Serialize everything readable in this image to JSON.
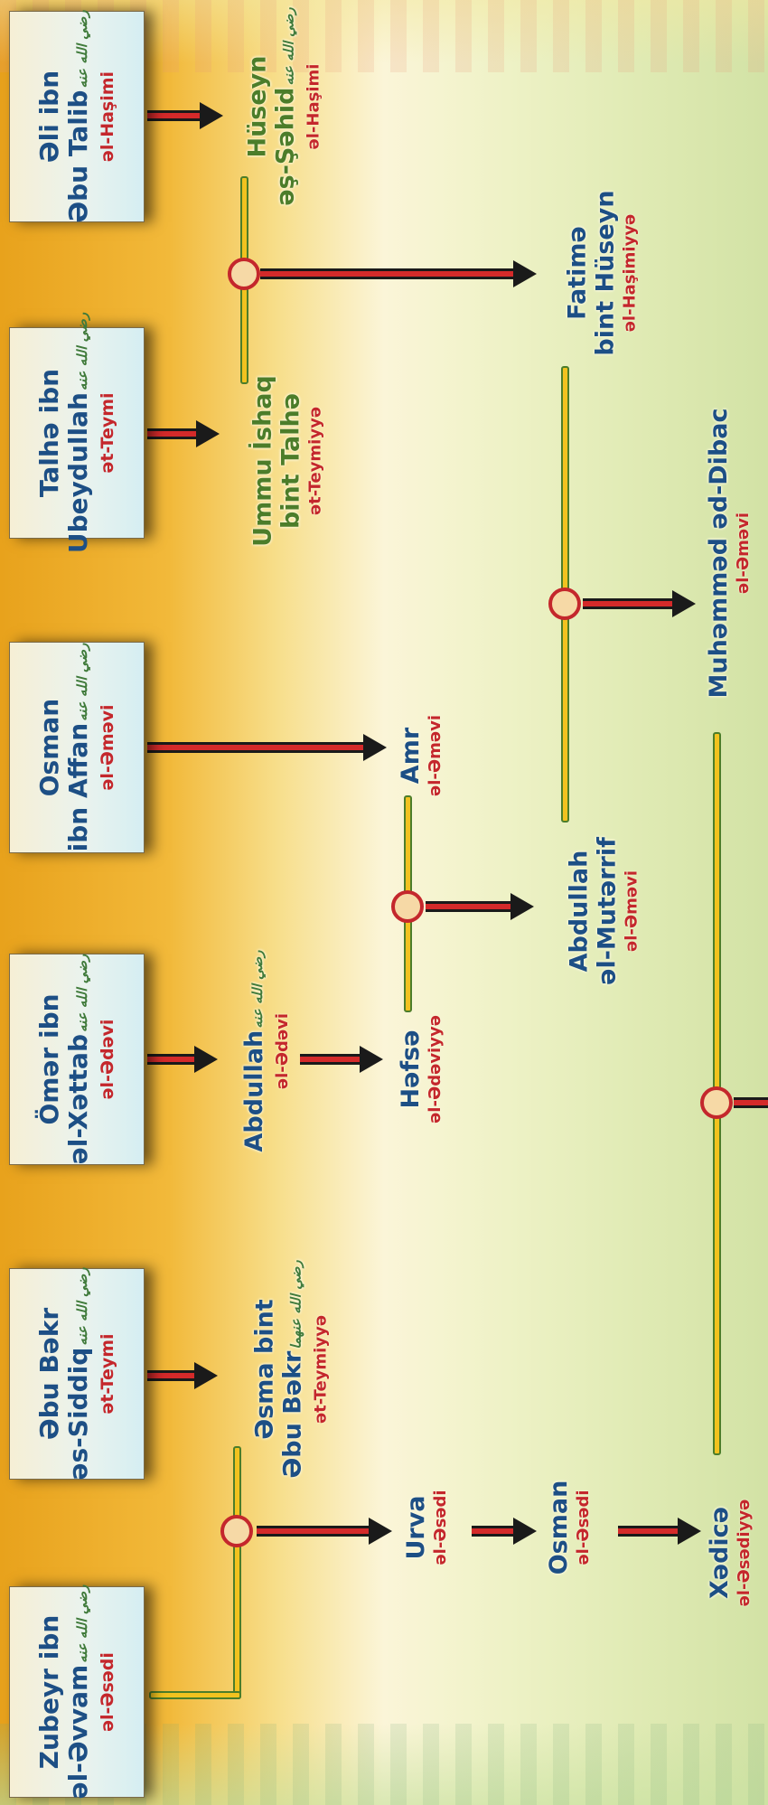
{
  "roots": [
    {
      "id": "zubeyr",
      "name_line1": "Zubeyr ibn",
      "name_line2": "əl-Əvvam",
      "honorific": "رضي الله عنه",
      "nisba": "əl-Əsədi"
    },
    {
      "id": "abubakr",
      "name_line1": "Əbu Bəkr",
      "name_line2": "əs-Siddiq",
      "honorific": "رضي الله عنه",
      "nisba": "ət-Teymi"
    },
    {
      "id": "umar",
      "name_line1": "Ömər ibn",
      "name_line2": "əl-Xəttab",
      "honorific": "رضي الله عنه",
      "nisba": "əl-Ədəvi"
    },
    {
      "id": "osman",
      "name_line1": "Osman",
      "name_line2": "ibn Affan",
      "honorific": "رضي الله عنه",
      "nisba": "əl-Əməvi"
    },
    {
      "id": "talha",
      "name_line1": "Talhə ibn",
      "name_line2": "Ubeydullah",
      "honorific": "رضي الله عنه",
      "nisba": "ət-Teymi"
    },
    {
      "id": "ali",
      "name_line1": "Əli ibn",
      "name_line2": "Əbu Talib",
      "honorific": "رضي الله عنه",
      "nisba": "əl-Haşimi"
    }
  ],
  "persons": {
    "asma": {
      "name_line1": "Əsma bint",
      "name_line2": "Əbu Bəkr",
      "honorific": "رضي الله عنهما",
      "nisba": "ət-Teymiyyə"
    },
    "abdullah_umar": {
      "name_line1": "Abdullah",
      "honorific": "رضي الله عنه",
      "nisba": "əl-Ədəvi"
    },
    "hafsa": {
      "name_line1": "Həfsə",
      "nisba": "əl-Ədəviyyə"
    },
    "amr": {
      "name_line1": "Amr",
      "nisba": "əl-Əməvi"
    },
    "ummu_ishaq": {
      "name_line1": "Ummu İshaq",
      "name_line2": "bint Talhə",
      "nisba": "ət-Teymiyyə"
    },
    "huseyn": {
      "name_line1": "Hüseyn",
      "name_line2": "əş-Şəhid",
      "honorific": "رضي الله عنه",
      "nisba": "əl-Haşimi"
    },
    "urva": {
      "name_line1": "Urva",
      "nisba": "əl-Əsədi"
    },
    "osman_urva": {
      "name_line1": "Osman",
      "nisba": "əl-Əsədi"
    },
    "xadica": {
      "name_line1": "Xədicə",
      "nisba": "əl-Əsədiyyə"
    },
    "abdullah_mutarrif": {
      "name_line1": "Abdullah",
      "name_line2": "əl-Mutərrif",
      "nisba": "əl-Əməvi"
    },
    "fatima": {
      "name_line1": "Fatimə",
      "name_line2": "bint Hüseyn",
      "nisba": "əl-Haşimiyyə"
    },
    "muhammad": {
      "name_line1": "Muhəmməd əd-Dibac",
      "nisba": "əl-Əməvi"
    }
  }
}
